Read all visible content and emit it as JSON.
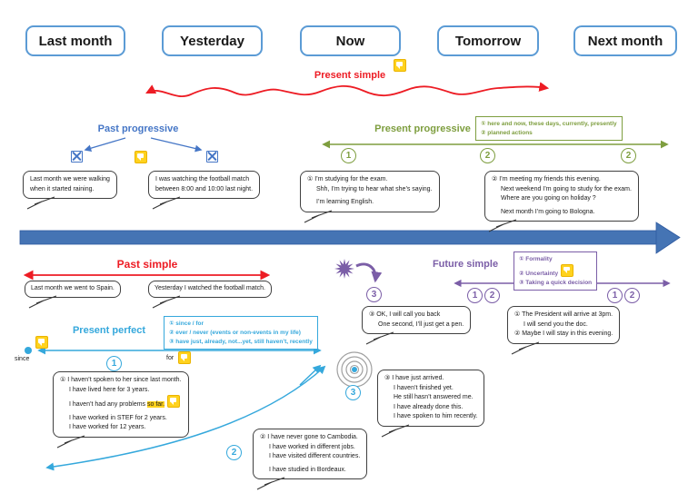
{
  "header": {
    "boxes": [
      "Last month",
      "Yesterday",
      "Now",
      "Tomorrow",
      "Next month"
    ]
  },
  "marker_digits": {
    "one": "1",
    "two": "2",
    "three": "3"
  },
  "colors": {
    "red": "#ED1C24",
    "blue": "#4576C6",
    "green": "#7E9E3F",
    "purple": "#7B5EA7",
    "cyan": "#35A8DC",
    "timeline_blue": "#4574B4",
    "note_yellow": "#FFD21E"
  },
  "present_simple": {
    "title": "Present simple"
  },
  "past_progressive": {
    "title": "Past progressive",
    "bubble1": {
      "lines": [
        "Last month we were walking",
        "when it started raining."
      ]
    },
    "bubble2": {
      "lines": [
        "I was watching the football match",
        "between 8:00 and 10:00 last night."
      ]
    }
  },
  "present_progressive": {
    "title": "Present progressive",
    "notes": [
      "① here and now, these days, currently, presently",
      "② planned actions"
    ],
    "bubble1": {
      "lines": [
        "① I’m studying for the exam.",
        "Shh, I’m trying to hear what she’s saying.",
        "I’m learning English."
      ]
    },
    "bubble2": {
      "lines": [
        "② I’m meeting my friends this evening.",
        "Next weekend I’m going to study for the exam.",
        "Where are you going on holiday ?",
        "Next month I’m going to Bologna."
      ]
    }
  },
  "past_simple": {
    "title": "Past simple",
    "bubble1": {
      "lines": [
        "Last month we went to Spain."
      ]
    },
    "bubble2": {
      "lines": [
        "Yesterday I watched the football match."
      ]
    }
  },
  "future_simple": {
    "title": "Future simple",
    "notes": [
      "① Formality",
      "② Uncertainty",
      "③ Taking a quick decision"
    ],
    "bubble1": {
      "lines": [
        "③ OK, I will call you back",
        "One second, I’ll just get a pen."
      ]
    },
    "bubble2": {
      "lines": [
        "① The President will arrive at 3pm.",
        "I will send you the doc.",
        "② Maybe I will stay in this evening."
      ]
    }
  },
  "present_perfect": {
    "title": "Present perfect",
    "notes": [
      "① since / for",
      "② ever / never (events or non-events in my life)",
      "③ have just, already, not...yet, still haven’t, recently"
    ],
    "since_label": "since",
    "for_label": "for",
    "bubble1": {
      "lines": [
        "① I haven’t spoken to her since last month.",
        "I have lived here for 3 years."
      ],
      "highlight_prefix": "I haven’t had any problems ",
      "highlight": "so far.",
      "lines2": [
        "I have worked in STEF for 2 years.",
        "I have worked for 12 years."
      ]
    },
    "bubble2": {
      "lines": [
        "② I have never gone to Cambodia.",
        "I have worked in different jobs.",
        "I have visited different countries.",
        "I have studied in Bordeaux."
      ]
    },
    "bubble3": {
      "lines": [
        "③ I have just arrived.",
        "I haven’t finished yet.",
        "He still hasn’t answered me.",
        "I have already done this.",
        "I have spoken to him recently."
      ]
    }
  }
}
